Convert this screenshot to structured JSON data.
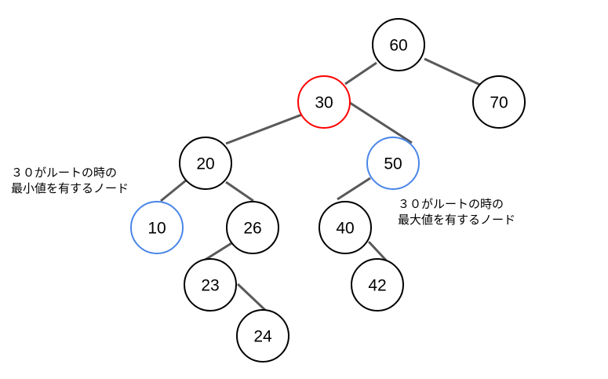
{
  "colors": {
    "edge": "#595959",
    "default": "#000000",
    "root": "#ff0000",
    "highlight": "#4a86e8"
  },
  "nodes": [
    {
      "id": "60",
      "label": "60",
      "role": "default"
    },
    {
      "id": "30",
      "label": "30",
      "role": "root"
    },
    {
      "id": "70",
      "label": "70",
      "role": "default"
    },
    {
      "id": "20",
      "label": "20",
      "role": "default"
    },
    {
      "id": "50",
      "label": "50",
      "role": "highlight"
    },
    {
      "id": "10",
      "label": "10",
      "role": "highlight"
    },
    {
      "id": "26",
      "label": "26",
      "role": "default"
    },
    {
      "id": "40",
      "label": "40",
      "role": "default"
    },
    {
      "id": "23",
      "label": "23",
      "role": "default"
    },
    {
      "id": "42",
      "label": "42",
      "role": "default"
    },
    {
      "id": "24",
      "label": "24",
      "role": "default"
    }
  ],
  "edges": [
    [
      "60",
      "30"
    ],
    [
      "60",
      "70"
    ],
    [
      "30",
      "20"
    ],
    [
      "30",
      "50"
    ],
    [
      "20",
      "10"
    ],
    [
      "20",
      "26"
    ],
    [
      "50",
      "40"
    ],
    [
      "26",
      "23"
    ],
    [
      "40",
      "42"
    ],
    [
      "23",
      "24"
    ]
  ],
  "annotations": {
    "min_note": "３０がルートの時の\n最小値を有するノード",
    "max_note": "３０がルートの時の\n最大値を有するノード"
  }
}
